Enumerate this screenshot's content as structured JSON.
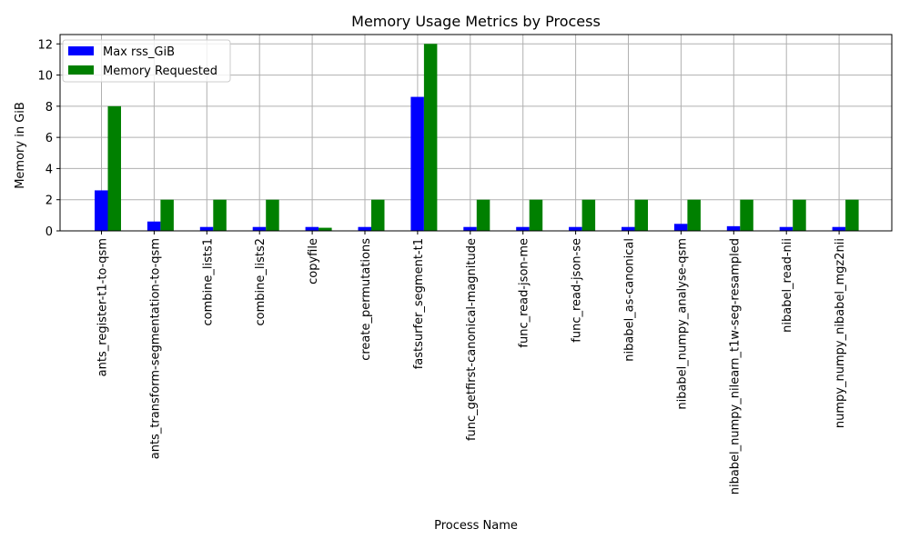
{
  "chart_data": {
    "type": "bar",
    "title": "Memory Usage Metrics by Process",
    "xlabel": "Process Name",
    "ylabel": "Memory in GiB",
    "ylim": [
      0,
      12.6
    ],
    "yticks": [
      0,
      2,
      4,
      6,
      8,
      10,
      12
    ],
    "grid": true,
    "legend_position": "top-left",
    "categories": [
      "ants_register-t1-to-qsm",
      "ants_transform-segmentation-to-qsm",
      "combine_lists1",
      "combine_lists2",
      "copyfile",
      "create_permutations",
      "fastsurfer_segment-t1",
      "func_getfirst-canonical-magnitude",
      "func_read-json-me",
      "func_read-json-se",
      "nibabel_as-canonical",
      "nibabel_numpy_analyse-qsm",
      "nibabel_numpy_nilearn_t1w-seg-resampled",
      "nibabel_read-nii",
      "numpy_numpy_nibabel_mgz2nii"
    ],
    "series": [
      {
        "name": "Max rss_GiB",
        "color": "#0000ff",
        "values": [
          2.6,
          0.6,
          0.25,
          0.25,
          0.25,
          0.25,
          8.6,
          0.25,
          0.25,
          0.25,
          0.25,
          0.45,
          0.3,
          0.25,
          0.25
        ]
      },
      {
        "name": "Memory Requested",
        "color": "#008000",
        "values": [
          8,
          2,
          2,
          2,
          0.2,
          2,
          12,
          2,
          2,
          2,
          2,
          2,
          2,
          2,
          2
        ]
      }
    ]
  }
}
